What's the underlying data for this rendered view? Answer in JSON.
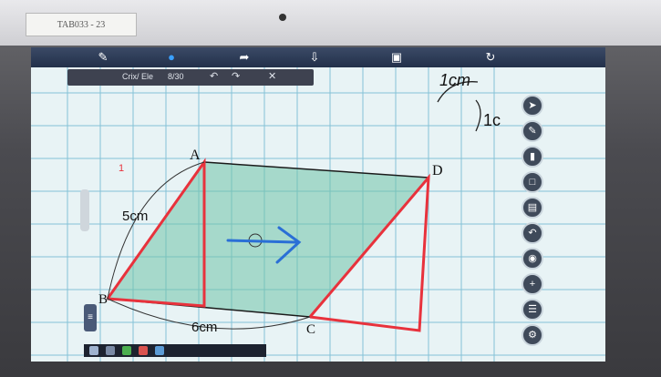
{
  "device": {
    "asset_tag": "TAB033 - 23"
  },
  "toolbar": {
    "sub_text_1": "Crix/ Ele",
    "sub_text_2": "8/30"
  },
  "drawing": {
    "labels": {
      "point_a": "A",
      "point_b": "B",
      "point_c": "C",
      "point_d": "D",
      "side_ab": "5cm",
      "side_bc": "6cm",
      "corner_1": "1cm",
      "corner_2": "1c",
      "small_mark": "1"
    }
  },
  "colors": {
    "grid_line": "#4fa7c7",
    "shape_fill": "#6fc2a8",
    "red_pen": "#e8323c",
    "blue_pen": "#2a6fd6",
    "ink": "#1a1a1a"
  },
  "icons": {
    "topbar": [
      "pen-icon",
      "color-icon",
      "eraser-icon",
      "save-icon",
      "export-icon",
      "refresh-icon"
    ],
    "subbar": [
      "undo-icon",
      "redo-icon",
      "close-icon"
    ],
    "toolstrip": [
      "cursor-icon",
      "pen-icon",
      "eraser-icon",
      "shape-icon",
      "page-icon",
      "undo-icon",
      "record-icon",
      "add-icon",
      "list-icon",
      "settings-icon"
    ]
  }
}
